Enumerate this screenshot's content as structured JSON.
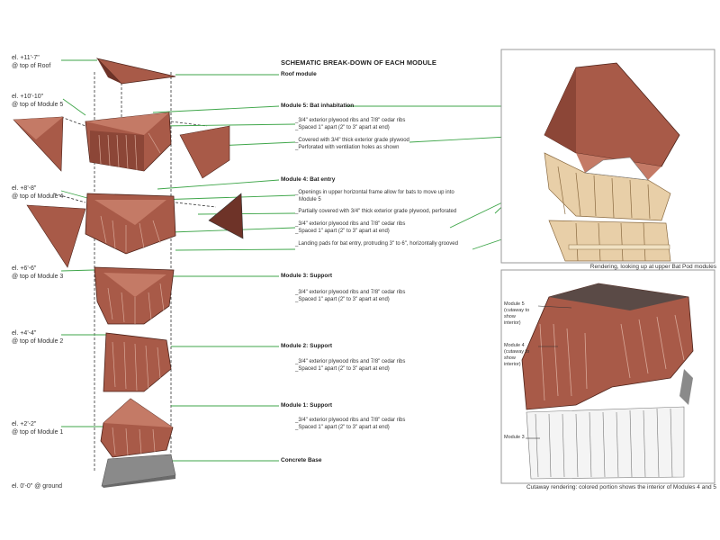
{
  "title": "SCHEMATIC BREAK-DOWN OF EACH MODULE",
  "elevations": [
    {
      "name": "elev-roof",
      "l1": "el. +11'-7\"",
      "l2": "@ top of Roof"
    },
    {
      "name": "elev-m5",
      "l1": "el. +10'-10\"",
      "l2": "@ top of Module 5"
    },
    {
      "name": "elev-m4",
      "l1": "el. +8'-8\"",
      "l2": "@ top of Module 4"
    },
    {
      "name": "elev-m3",
      "l1": "el. +6'-6\"",
      "l2": "@ top of Module 3"
    },
    {
      "name": "elev-m2",
      "l1": "el. +4'-4\"",
      "l2": "@ top of Module 2"
    },
    {
      "name": "elev-m1",
      "l1": "el. +2'-2\"",
      "l2": "@ top of Module 1"
    },
    {
      "name": "elev-ground",
      "l1": "el. 0'-0\" @ ground",
      "l2": ""
    }
  ],
  "modules": {
    "roof": {
      "head": "Roof module"
    },
    "m5": {
      "head": "Module 5: Bat inhabitation",
      "n1": "_3/4\" exterior plywood ribs and 7/8\" cedar ribs",
      "n2": "_Spaced 1\" apart (2\" to 3\" apart at end)",
      "n3": "_Covered with 3/4\" thick exterior grade plywood",
      "n4": "_Perforated with ventilation holes as shown"
    },
    "m4": {
      "head": "Module 4: Bat entry",
      "n1": "_Openings in upper horizontal frame allow for bats to move up into",
      "n1b": "Module 5",
      "n2": "_Partially covered with 3/4\" thick exterior grade plywood, perforated",
      "n3": "_3/4\" exterior plywood ribs and 7/8\" cedar ribs",
      "n4": "_Spaced 1\" apart (2\" to 3\" apart at end)",
      "n5": "_Landing pads for bat entry, protruding 3\" to 6\", horizontally grooved"
    },
    "m3": {
      "head": "Module 3: Support",
      "n1": "_3/4\" exterior plywood ribs and 7/8\" cedar ribs",
      "n2": "_Spaced 1\" apart (2\" to 3\" apart at end)"
    },
    "m2": {
      "head": "Module 2: Support",
      "n1": "_3/4\" exterior plywood ribs and 7/8\" cedar ribs",
      "n2": "_Spaced 1\" apart (2\" to 3\" apart at end)"
    },
    "m1": {
      "head": "Module 1: Support",
      "n1": "_3/4\" exterior plywood ribs and 7/8\" cedar ribs",
      "n2": "_Spaced 1\" apart (2\" to 3\" apart at end)"
    },
    "base": {
      "head": "Concrete Base"
    }
  },
  "render1": {
    "caption": "Rendering, looking up at upper Bat Pod modules"
  },
  "render2": {
    "caption": "Cutaway rendering: colored portion shows the interior of Modules 4 and 5",
    "lab5a": "Module 5",
    "lab5b": "(cutaway to",
    "lab5c": "show",
    "lab5d": "interior)",
    "lab4a": "Module 4",
    "lab4b": "(cutaway to",
    "lab4c": "show",
    "lab4d": "interior)",
    "lab3": "Module 3"
  },
  "colors": {
    "wood": "#a85a48",
    "woodDark": "#6e3328",
    "woodLight": "#c47a66",
    "leader": "#3fa64a",
    "cedar": "#e8cfa8"
  }
}
